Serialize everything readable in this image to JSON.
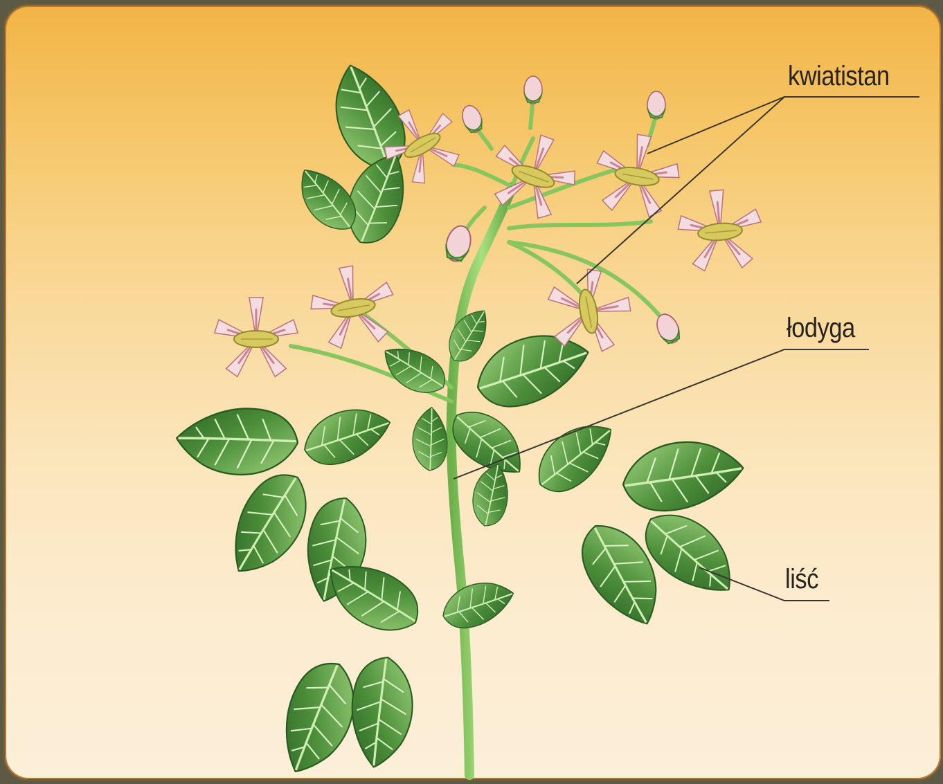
{
  "labels": {
    "inflorescence": "kwiatistan",
    "stem": "łodyga",
    "leaf": "liść"
  },
  "colors": {
    "background_top": "#f2b445",
    "background_bottom": "#fcefd8",
    "leaf_dark": "#2f6f2a",
    "leaf_light": "#a9d98a",
    "stem": "#8fd06b",
    "petal": "#f3d9dc",
    "petal_stripe": "#c9707e",
    "anther": "#d6c75a",
    "leader_line": "#3a3530"
  }
}
